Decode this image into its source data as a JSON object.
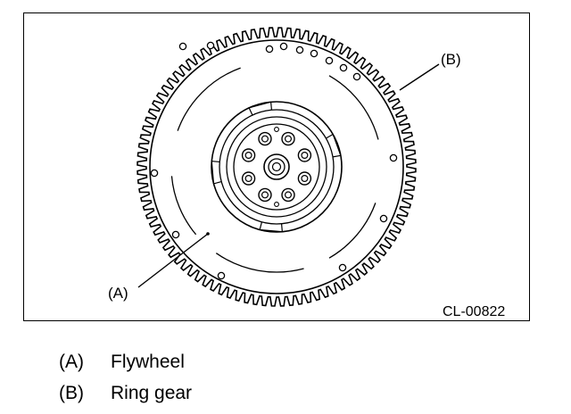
{
  "figure": {
    "id_label": "CL-00822",
    "callouts": {
      "a": "(A)",
      "b": "(B)"
    }
  },
  "legend": [
    {
      "code": "(A)",
      "label": "Flywheel"
    },
    {
      "code": "(B)",
      "label": "Ring gear"
    }
  ]
}
